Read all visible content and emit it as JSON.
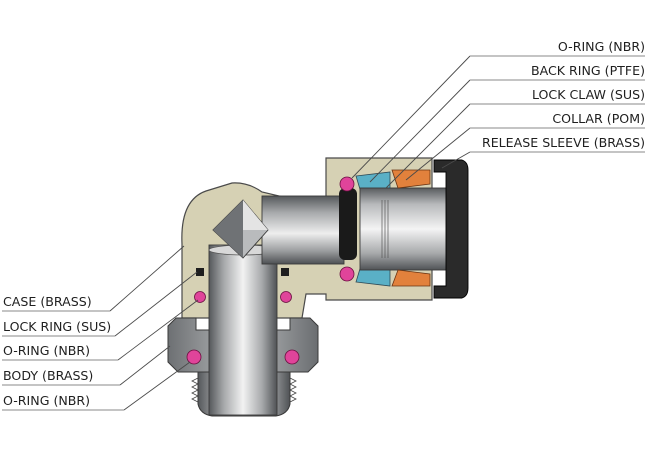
{
  "diagram": {
    "labels_right": [
      {
        "key": "oring_top",
        "text": "O-RING (NBR)"
      },
      {
        "key": "back_ring",
        "text": "BACK RING (PTFE)"
      },
      {
        "key": "lock_claw",
        "text": "LOCK CLAW (SUS)"
      },
      {
        "key": "collar",
        "text": "COLLAR (POM)"
      },
      {
        "key": "release_sleeve",
        "text": "RELEASE SLEEVE (BRASS)"
      }
    ],
    "labels_left": [
      {
        "key": "case",
        "text": "CASE (BRASS)"
      },
      {
        "key": "lock_ring",
        "text": "LOCK RING (SUS)"
      },
      {
        "key": "oring_mid",
        "text": "O-RING (NBR)"
      },
      {
        "key": "body",
        "text": "BODY (BRASS)"
      },
      {
        "key": "oring_bottom",
        "text": "O-RING (NBR)"
      }
    ],
    "colors": {
      "case": "#d6d1b4",
      "oring": "#e0449a",
      "back_ring": "#5ab0c6",
      "collar": "#e2813c",
      "sleeve": "#2a2a2a",
      "steel": "#a9abad"
    }
  }
}
